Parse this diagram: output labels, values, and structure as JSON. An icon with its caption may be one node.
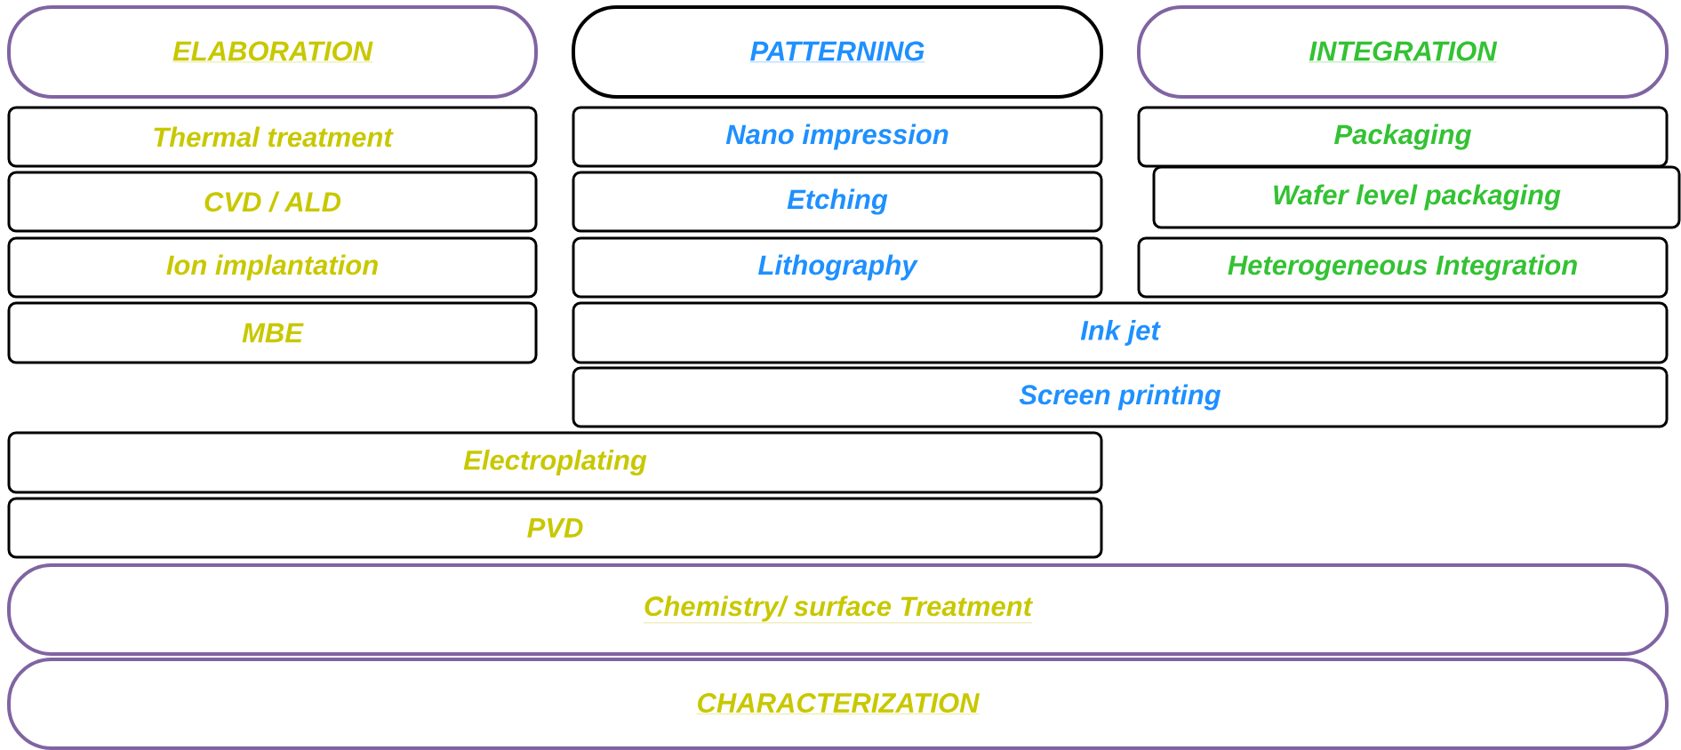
{
  "diagram": {
    "nodes": [
      {
        "text": [
          "ELABORATION"
        ]
      },
      {
        "text": [
          "PATTERNING"
        ]
      },
      {
        "text": [
          "INTEGRATION"
        ]
      },
      {
        "text": [
          "Thermal treatment"
        ]
      },
      {
        "text": [
          "Nano impression"
        ]
      },
      {
        "text": [
          "Packaging"
        ]
      },
      {
        "text": [
          "Wafer level packaging"
        ]
      },
      {
        "text": [
          "CVD / ALD"
        ]
      },
      {
        "text": [
          "Etching"
        ]
      },
      {
        "text": [
          "Ion implantation"
        ]
      },
      {
        "text": [
          "Lithography"
        ]
      },
      {
        "text": [
          "Heterogeneous Integration"
        ]
      },
      {
        "text": [
          "MBE"
        ]
      },
      {
        "text": [
          "Ink jet"
        ]
      },
      {
        "text": [
          "Screen printing"
        ]
      },
      {
        "text": [
          "Electroplating"
        ]
      },
      {
        "text": [
          "PVD"
        ]
      },
      {
        "text": [
          "Chemistry/ surface Treatment"
        ]
      },
      {
        "text": [
          "CHARACTERIZATION"
        ]
      }
    ]
  }
}
